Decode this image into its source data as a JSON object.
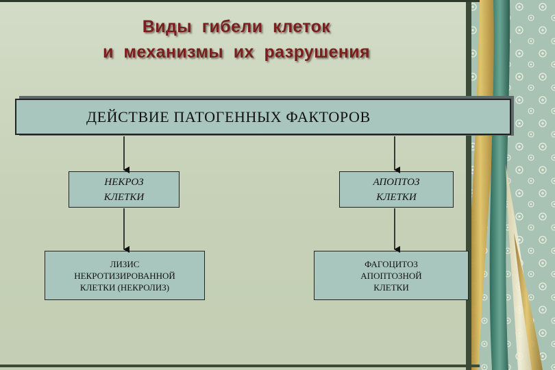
{
  "title": {
    "line1": "Виды  гибели  клеток",
    "line2": "и  механизмы  их  разрушения"
  },
  "main_box": {
    "label": "ДЕЙСТВИЕ  ПАТОГЕННЫХ  ФАКТОРОВ"
  },
  "boxes": {
    "necrosis": {
      "line1": "НЕКРОЗ",
      "line2": "КЛЕТКИ"
    },
    "apoptosis": {
      "line1": "АПОПТОЗ",
      "line2": "КЛЕТКИ"
    },
    "lysis": {
      "line1": "ЛИЗИС",
      "line2": "НЕКРОТИЗИРОВАННОЙ",
      "line3": "КЛЕТКИ  (НЕКРОЛИЗ)"
    },
    "phagocytosis": {
      "line1": "ФАГОЦИТОЗ",
      "line2": "АПОПТОЗНОЙ",
      "line3": "КЛЕТКИ"
    }
  },
  "colors": {
    "title": "#7a1f1f",
    "box_fill": "#a9c6be",
    "background": "#c9d4bb",
    "decor_teal": "#4f8a7a",
    "decor_gold": "#c9a24a",
    "decor_cream": "#efe9cf"
  }
}
